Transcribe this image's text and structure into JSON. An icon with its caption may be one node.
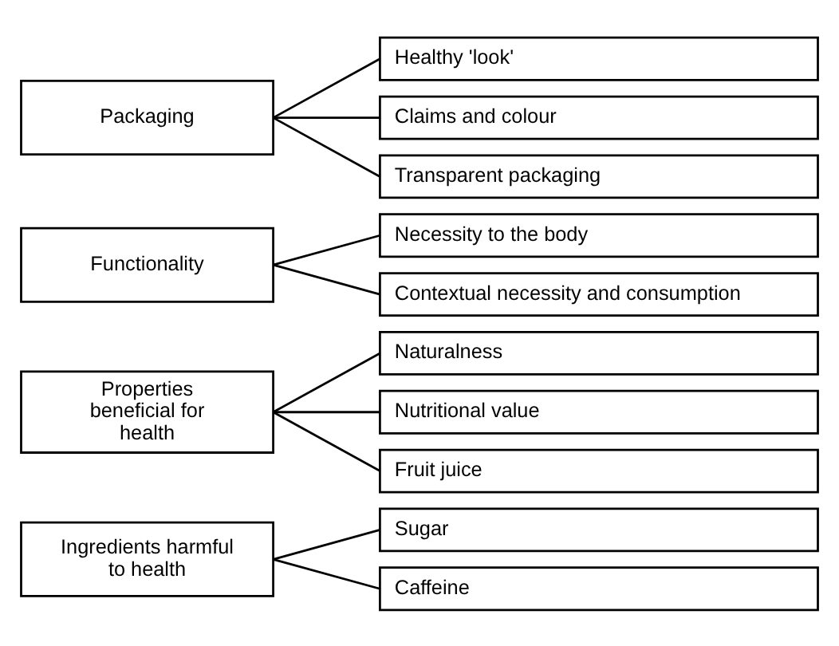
{
  "diagram": {
    "nodes": [
      {
        "text": [
          "Ingredients harmful to health"
        ]
      },
      {
        "text": [
          "Sugar"
        ]
      },
      {
        "text": [
          "Caffeine"
        ]
      },
      {
        "text": [
          "Properties beneficial for health"
        ]
      },
      {
        "text": [
          "Naturalness"
        ]
      },
      {
        "text": [
          "Nutritional value"
        ]
      },
      {
        "text": [
          "Fruit juice"
        ]
      },
      {
        "text": [
          "Functionality"
        ]
      },
      {
        "text": [
          "Necessity to the body"
        ]
      },
      {
        "text": [
          "Contextual necessity and consumption"
        ]
      },
      {
        "text": [
          "Packaging"
        ]
      },
      {
        "text": [
          "Healthy 'look'"
        ]
      },
      {
        "text": [
          "Claims and colour"
        ]
      },
      {
        "text": [
          "Transparent packaging"
        ]
      }
    ],
    "edges": [
      {
        "from": 0,
        "to": 1,
        "arrow": "none"
      },
      {
        "from": 0,
        "to": 2,
        "arrow": "none"
      },
      {
        "from": 3,
        "to": 4,
        "arrow": "none"
      },
      {
        "from": 3,
        "to": 5,
        "arrow": "none"
      },
      {
        "from": 3,
        "to": 6,
        "arrow": "none"
      },
      {
        "from": 7,
        "to": 8,
        "arrow": "none"
      },
      {
        "from": 7,
        "to": 9,
        "arrow": "none"
      },
      {
        "from": 10,
        "to": 11,
        "arrow": "none"
      },
      {
        "from": 10,
        "to": 12,
        "arrow": "none"
      },
      {
        "from": 10,
        "to": 13,
        "arrow": "none"
      }
    ]
  }
}
